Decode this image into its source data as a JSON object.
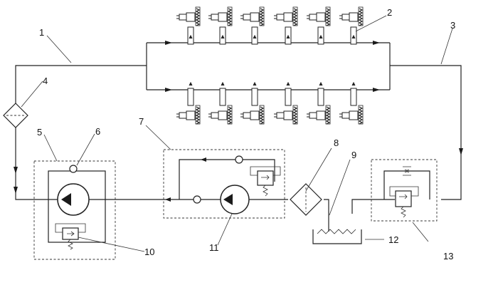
{
  "labels": {
    "l1": "1",
    "l2": "2",
    "l3": "3",
    "l4": "4",
    "l5": "5",
    "l6": "6",
    "l7": "7",
    "l8": "8",
    "l9": "9",
    "l10": "10",
    "l11": "11",
    "l12": "12",
    "l13": "13"
  },
  "injectors": {
    "top_count": 6,
    "bottom_count": 6
  }
}
